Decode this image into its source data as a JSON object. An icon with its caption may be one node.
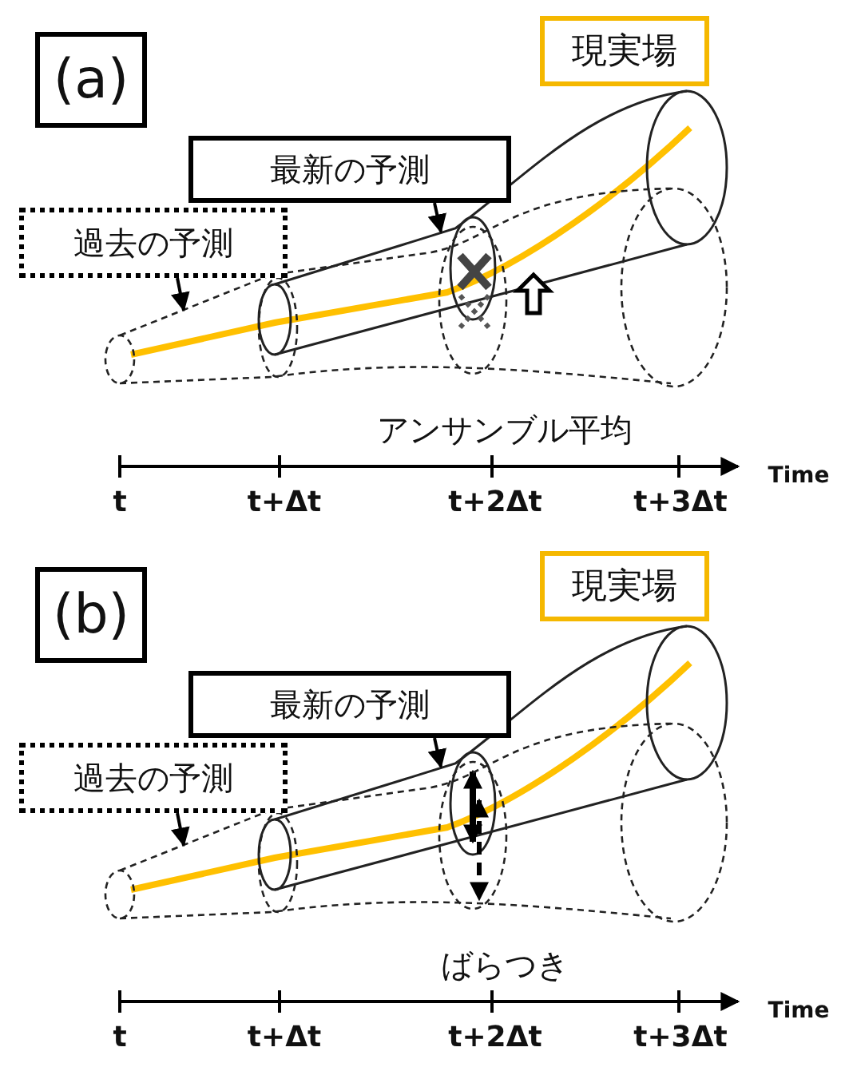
{
  "diagram": {
    "nodes": [
      {
        "text": [
          "(a)"
        ]
      },
      {
        "text": [
          "現実場"
        ]
      },
      {
        "text": [
          "最新の予測"
        ]
      },
      {
        "text": [
          "過去の予測"
        ]
      },
      {
        "text": [],
        "shape": "cone"
      },
      {
        "text": [],
        "shape": "cone"
      },
      {
        "text": [
          "(b)"
        ]
      },
      {
        "text": [
          "現実場"
        ]
      },
      {
        "text": [
          "最新の予測"
        ]
      },
      {
        "text": [
          "過去の予測"
        ]
      },
      {
        "text": [],
        "shape": "cone"
      },
      {
        "text": [],
        "shape": "cone"
      }
    ],
    "edges": [
      {
        "from": 2,
        "to": 4,
        "arrow": "to"
      },
      {
        "from": 3,
        "to": 5,
        "arrow": "to"
      },
      {
        "from": 8,
        "to": 10,
        "arrow": "to"
      },
      {
        "from": 9,
        "to": 11,
        "arrow": "to"
      }
    ],
    "labels": [
      "アンサンブル平均",
      "t",
      "t+Δt",
      "t+2Δt",
      "t+3Δt",
      "Time",
      "ばらつき",
      "t",
      "t+Δt",
      "t+2Δt",
      "t+3Δt",
      "Time"
    ]
  }
}
